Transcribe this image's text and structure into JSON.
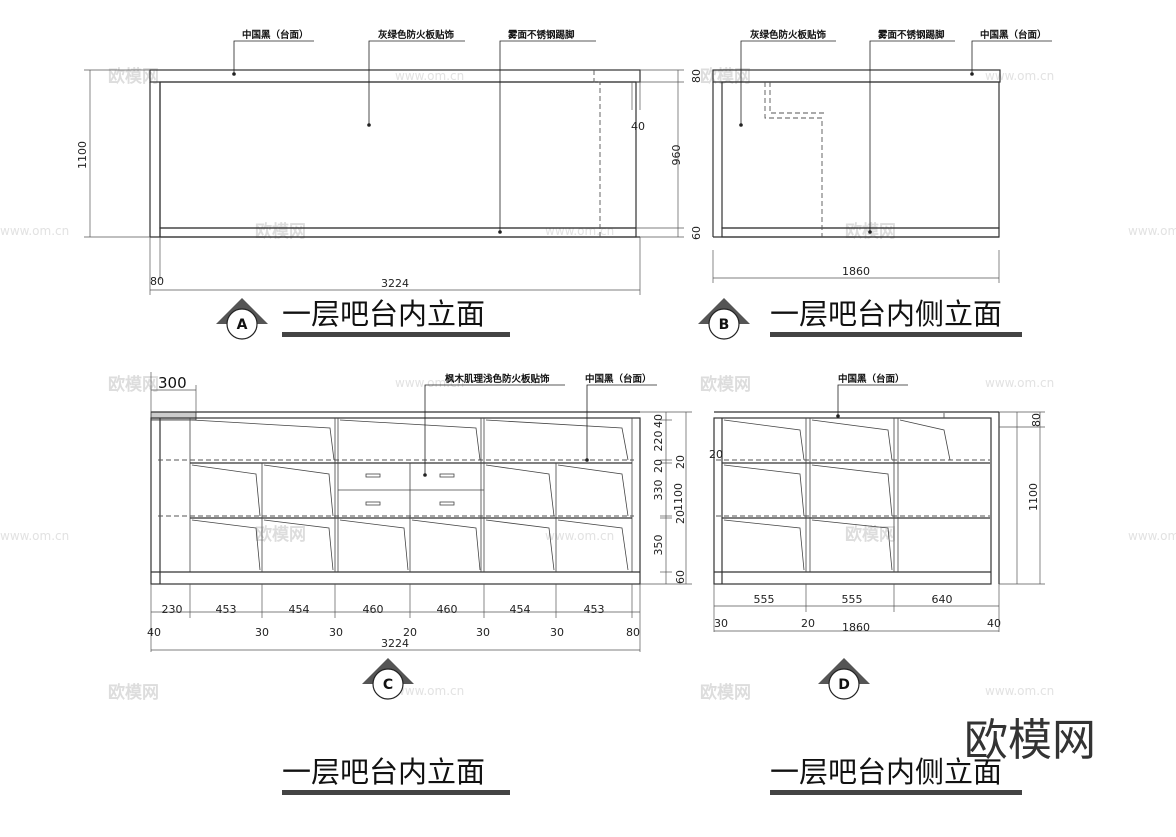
{
  "watermark": {
    "brand": "欧模网",
    "url": "www.om.cn"
  },
  "logo": "欧模网",
  "views": {
    "a": {
      "marker": "A",
      "title": "一层吧台内立面",
      "labels": {
        "top_material": "中国黑（台面）",
        "panel": "灰绿色防火板贴饰",
        "kick": "雾面不锈钢踢脚"
      },
      "dims": {
        "height": "1100",
        "width": "3224",
        "left": "80",
        "top": "80",
        "body": "960",
        "base": "60",
        "notch": "40"
      }
    },
    "b": {
      "marker": "B",
      "title": "一层吧台内侧立面",
      "labels": {
        "panel": "灰绿色防火板贴饰",
        "kick": "雾面不锈钢踢脚",
        "top_material": "中国黑（台面）"
      },
      "dims": {
        "width": "1860"
      }
    },
    "c": {
      "marker": "C",
      "title": "一层吧台内立面",
      "labels": {
        "panel": "枫木肌理浅色防火板贴饰",
        "top_material": "中国黑（台面）"
      },
      "dims": {
        "overhang": "300",
        "columns": [
          "230",
          "453",
          "454",
          "460",
          "460",
          "454",
          "453"
        ],
        "gaps": [
          "40",
          "30",
          "30",
          "20",
          "30",
          "30",
          "80"
        ],
        "total": "3224",
        "right": [
          "40",
          "20",
          "220",
          "20",
          "330",
          "1100",
          "20",
          "350",
          "60"
        ]
      }
    },
    "d": {
      "marker": "D",
      "title": "一层吧台内侧立面",
      "labels": {
        "top_material": "中国黑（台面）"
      },
      "dims": {
        "columns": [
          "555",
          "555",
          "640"
        ],
        "gaps": [
          "30",
          "20",
          "40"
        ],
        "total": "1860",
        "left": "20",
        "top": "80",
        "height": "1100"
      }
    }
  }
}
